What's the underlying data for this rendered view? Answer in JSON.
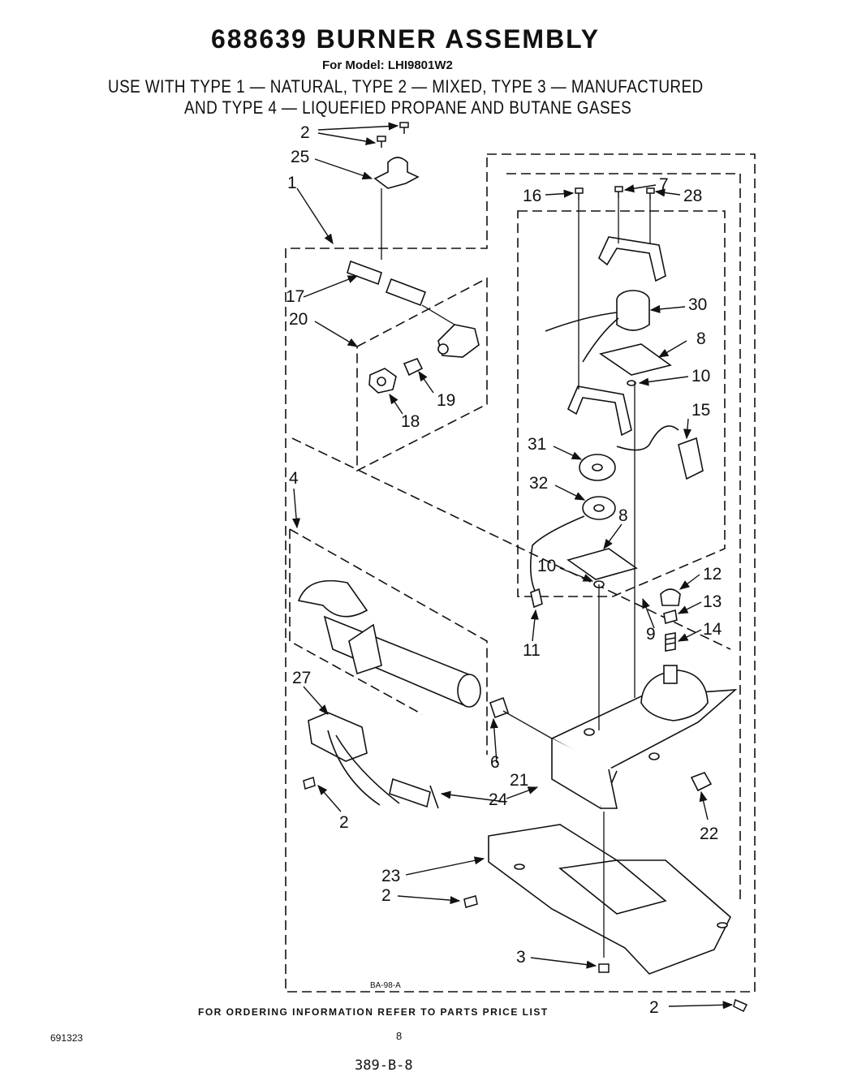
{
  "header": {
    "title": "688639 BURNER ASSEMBLY",
    "model": "For Model: LHI9801W2",
    "use_line1": "USE WITH TYPE 1 — NATURAL, TYPE 2 — MIXED, TYPE 3 — MANUFACTURED",
    "use_line2": "AND TYPE 4 — LIQUEFIED PROPANE AND BUTANE GASES"
  },
  "callouts": {
    "c1": "1",
    "c2a": "2",
    "c2b": "2",
    "c2c": "2",
    "c2d": "2",
    "c3": "3",
    "c4": "4",
    "c6": "6",
    "c7": "7",
    "c8a": "8",
    "c8b": "8",
    "c9": "9",
    "c10a": "10",
    "c10b": "10",
    "c11": "11",
    "c12": "12",
    "c13": "13",
    "c14": "14",
    "c15": "15",
    "c16": "16",
    "c17": "17",
    "c18": "18",
    "c19": "19",
    "c20": "20",
    "c21": "21",
    "c22": "22",
    "c23": "23",
    "c24": "24",
    "c25": "25",
    "c27": "27",
    "c28": "28",
    "c30": "30",
    "c31": "31",
    "c32": "32"
  },
  "drawing_code": "BA-98-A",
  "footer": {
    "ordering": "FOR ORDERING INFORMATION REFER TO PARTS PRICE LIST",
    "page": "8",
    "doc_number": "691323",
    "handwritten_note": "389-B-8"
  }
}
